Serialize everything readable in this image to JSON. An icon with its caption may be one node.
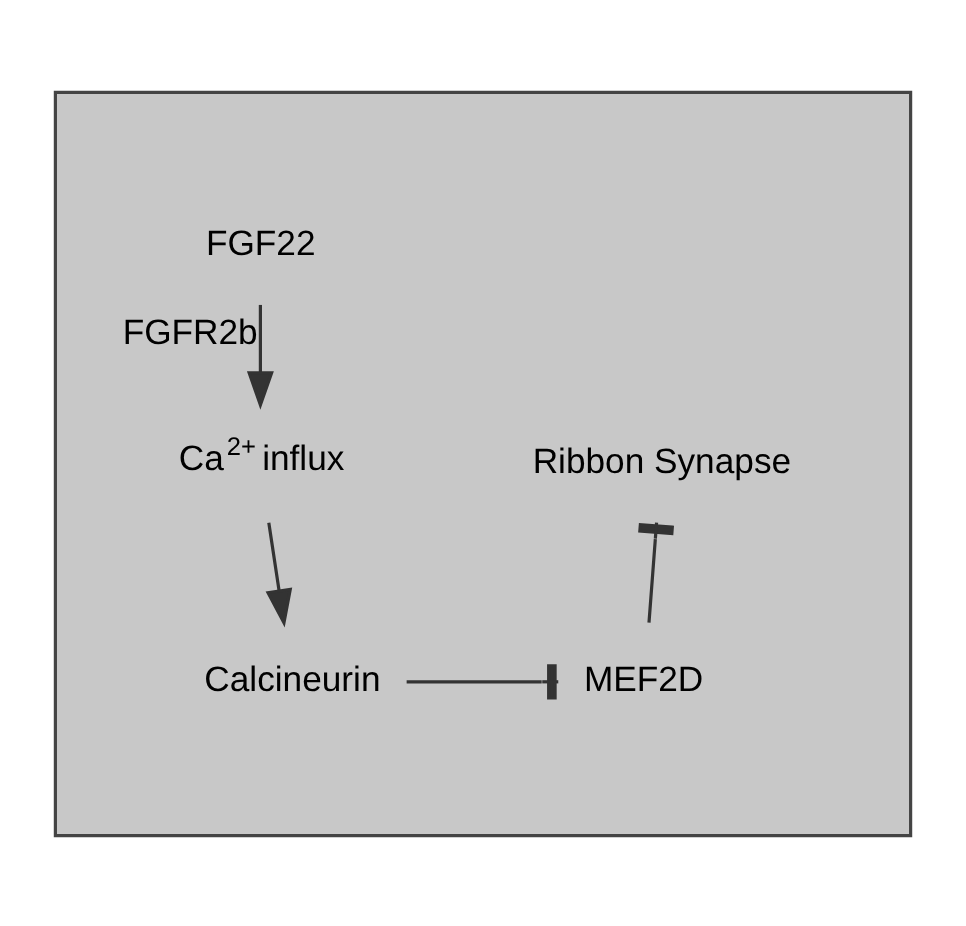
{
  "diagram": {
    "nodes": [
      {
        "text": [],
        "shape": "star"
      },
      {
        "text": [
          "FGF22"
        ],
        "in": 0
      },
      {
        "text": [
          "Ca$^{2+}$ influx"
        ],
        "in": 0
      },
      {
        "text": [
          "Calcineurin"
        ],
        "in": 0
      },
      {
        "text": [
          "Ribbon Synapse"
        ],
        "in": 0
      },
      {
        "text": [
          "MEF2D"
        ],
        "in": 0
      }
    ],
    "edges": [
      {
        "from": 1,
        "to": 2,
        "arrow": "to",
        "label": "FGFR2b"
      },
      {
        "from": 2,
        "to": 3,
        "arrow": "to"
      },
      {
        "from": 3,
        "to": 5,
        "arrow": "other"
      },
      {
        "from": 5,
        "to": 4,
        "arrow": "other"
      }
    ]
  }
}
